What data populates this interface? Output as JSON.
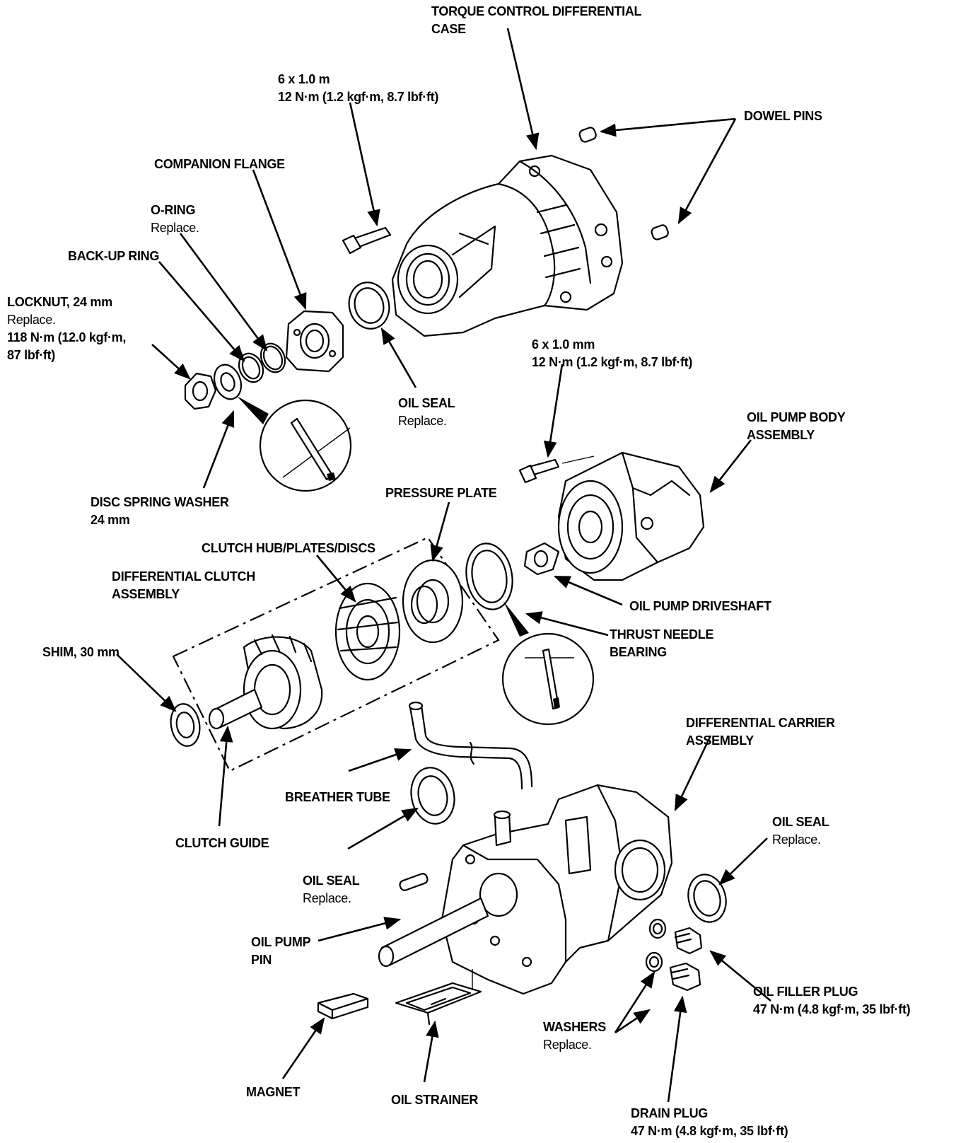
{
  "labels": {
    "torque_case": {
      "title": "TORQUE CONTROL DIFFERENTIAL",
      "title2": "CASE"
    },
    "bolt_top": {
      "spec1": "6 x 1.0 m",
      "spec2": "12 N·m (1.2 kgf·m, 8.7 lbf·ft)"
    },
    "dowel_pins": {
      "title": "DOWEL PINS"
    },
    "companion_flange": {
      "title": "COMPANION FLANGE"
    },
    "o_ring": {
      "title": "O-RING",
      "note": "Replace."
    },
    "backup_ring": {
      "title": "BACK-UP RING"
    },
    "locknut": {
      "title": "LOCKNUT, 24 mm",
      "note": "Replace.",
      "spec1": "118 N·m (12.0 kgf·m,",
      "spec2": "87 lbf·ft)"
    },
    "oil_seal_top": {
      "title": "OIL SEAL",
      "note": "Replace."
    },
    "bolt_mid": {
      "spec1": "6 x 1.0 mm",
      "spec2": "12 N·m (1.2 kgf·m, 8.7 lbf·ft)"
    },
    "oil_pump_body": {
      "title": "OIL PUMP BODY",
      "title2": "ASSEMBLY"
    },
    "disc_spring": {
      "title": "DISC SPRING WASHER",
      "title2": "24 mm"
    },
    "pressure_plate": {
      "title": "PRESSURE PLATE"
    },
    "clutch_hub": {
      "title": "CLUTCH HUB/PLATES/DISCS"
    },
    "diff_clutch": {
      "title": "DIFFERENTIAL CLUTCH",
      "title2": "ASSEMBLY"
    },
    "pump_driveshaft": {
      "title": "OIL PUMP DRIVESHAFT"
    },
    "thrust_bearing": {
      "title": "THRUST NEEDLE",
      "title2": "BEARING"
    },
    "shim": {
      "title": "SHIM, 30 mm"
    },
    "carrier": {
      "title": "DIFFERENTIAL CARRIER",
      "title2": "ASSEMBLY"
    },
    "breather": {
      "title": "BREATHER TUBE"
    },
    "clutch_guide": {
      "title": "CLUTCH GUIDE"
    },
    "oil_seal_right": {
      "title": "OIL SEAL",
      "note": "Replace."
    },
    "oil_seal_left": {
      "title": "OIL SEAL",
      "note": "Replace."
    },
    "pump_pin": {
      "title": "OIL PUMP",
      "title2": "PIN"
    },
    "filler_plug": {
      "title": "OIL FILLER PLUG",
      "spec": "47 N·m (4.8 kgf·m, 35 lbf·ft)"
    },
    "washers": {
      "title": "WASHERS",
      "note": "Replace."
    },
    "magnet": {
      "title": "MAGNET"
    },
    "strainer": {
      "title": "OIL STRAINER"
    },
    "drain_plug": {
      "title": "DRAIN PLUG",
      "spec": "47 N·m (4.8 kgf·m, 35 lbf·ft)"
    }
  }
}
